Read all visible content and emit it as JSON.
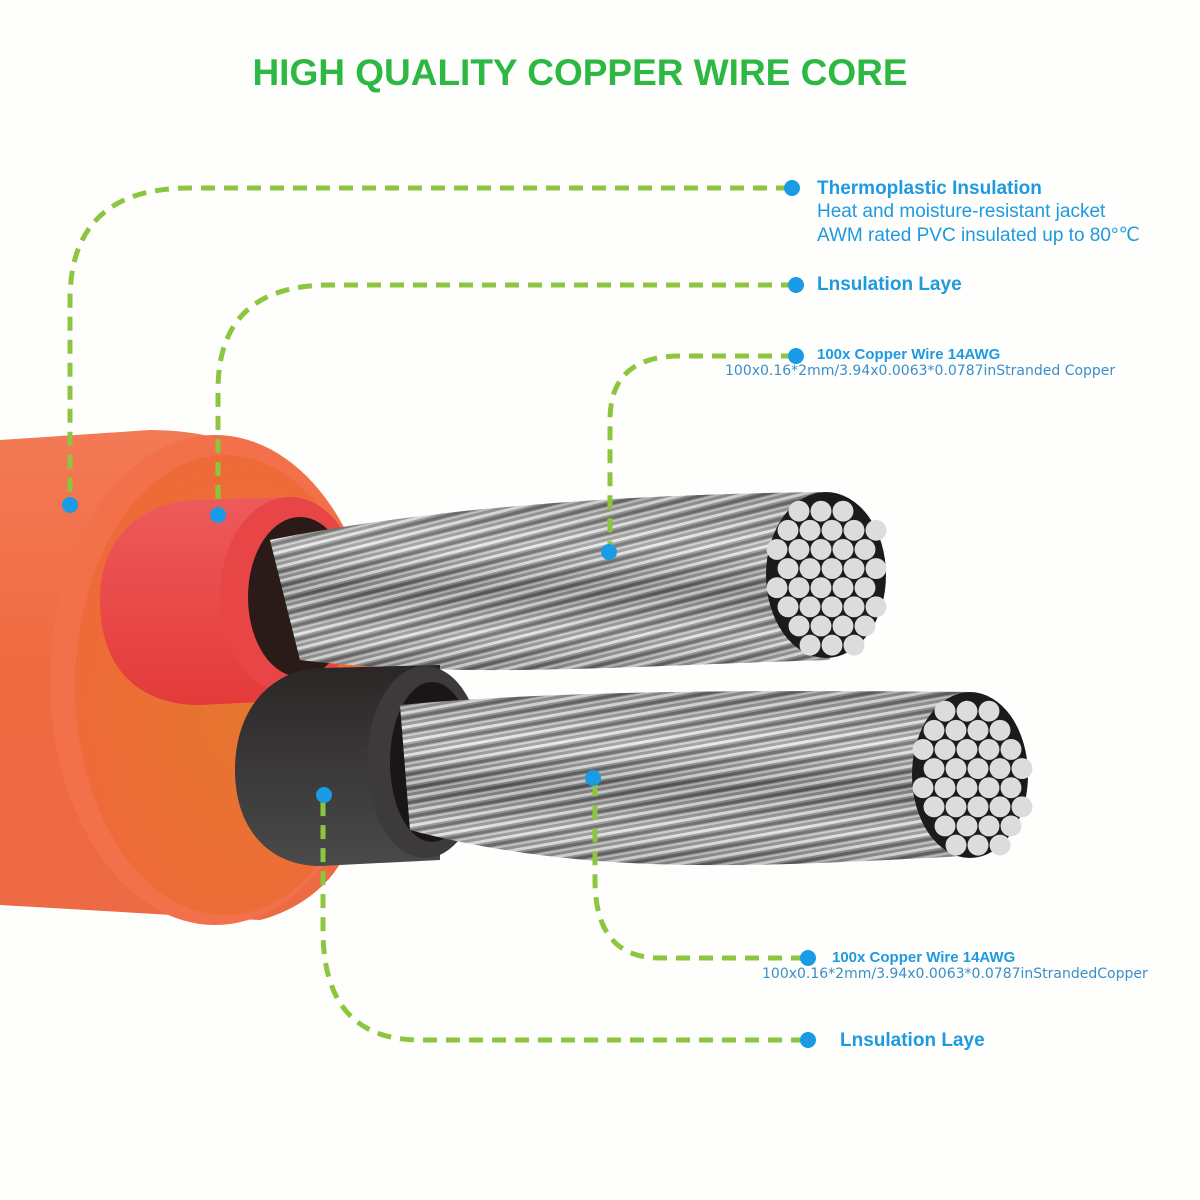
{
  "title": "HIGH QUALITY COPPER WIRE CORE",
  "colors": {
    "title_green": "#2db844",
    "leader_green": "#8cc63f",
    "dot_blue": "#1a9be6",
    "label_blue": "#1e9ae0",
    "jacket_orange": "#f0673d",
    "inner_red": "#e8413f",
    "inner_black": "#3a3a3a",
    "strand_silver": "#b8b8b8"
  },
  "callouts": [
    {
      "id": "thermoplastic-insulation",
      "heading": "Thermoplastic Insulation",
      "lines": [
        "Heat and moisture-resistant jacket",
        "AWM rated PVC insulated up to 80°℃"
      ]
    },
    {
      "id": "insulation-layer-top",
      "heading": "Lnsulation Laye"
    },
    {
      "id": "copper-wire-top",
      "heading": "100x Copper Wire 14AWG",
      "spec": "100x0.16*2mm/3.94x0.0063*0.0787inStranded Copper"
    },
    {
      "id": "copper-wire-bottom",
      "heading": "100x Copper Wire 14AWG",
      "spec": "100x0.16*2mm/3.94x0.0063*0.0787inStrandedCopper"
    },
    {
      "id": "insulation-layer-bottom",
      "heading": "Lnsulation Laye"
    }
  ]
}
